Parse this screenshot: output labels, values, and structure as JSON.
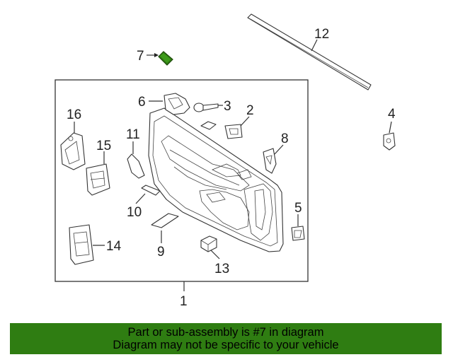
{
  "diagram": {
    "highlight_part": "7",
    "highlight_color": "#2f7d12",
    "callouts": {
      "c1": "1",
      "c2": "2",
      "c3": "3",
      "c4": "4",
      "c5": "5",
      "c6": "6",
      "c7": "7",
      "c8": "8",
      "c9": "9",
      "c10": "10",
      "c11": "11",
      "c12": "12",
      "c13": "13",
      "c14": "14",
      "c15": "15",
      "c16": "16"
    }
  },
  "banner": {
    "line1": "Part or sub-assembly is #7 in diagram",
    "line2": "Diagram may not be specific to your vehicle"
  }
}
